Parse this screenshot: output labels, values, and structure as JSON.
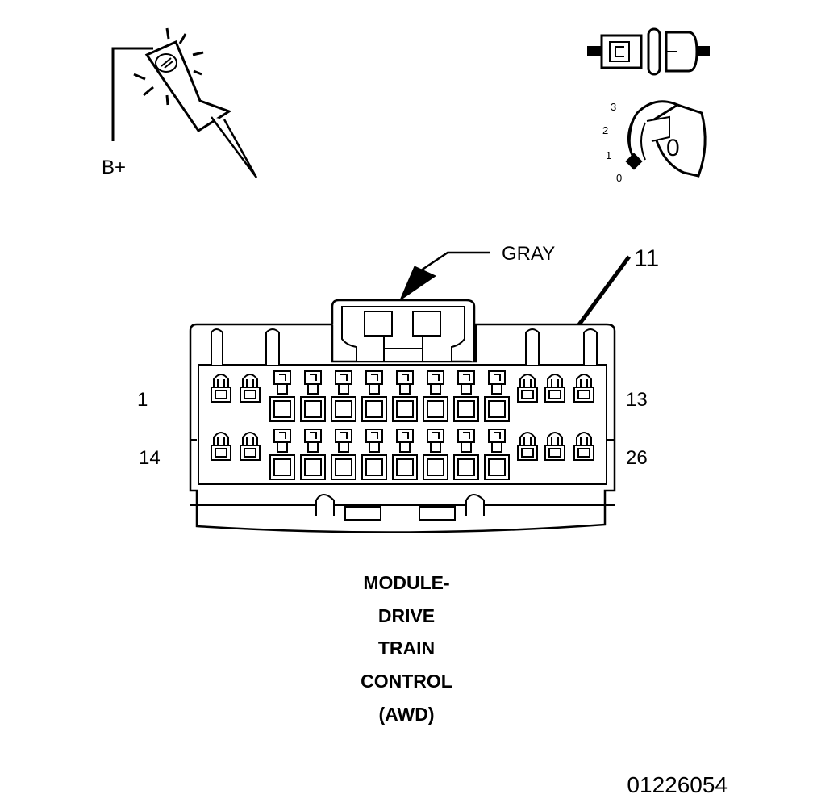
{
  "probe": {
    "label": "B+"
  },
  "ignition": {
    "positions": [
      "3",
      "2",
      "1",
      "0"
    ],
    "key_label": "0"
  },
  "connector": {
    "color_label": "GRAY",
    "callout_pin": "11",
    "pin_labels": {
      "top_left": "1",
      "top_right": "13",
      "bottom_left": "14",
      "bottom_right": "26"
    }
  },
  "title_lines": [
    "MODULE-",
    "DRIVE",
    "TRAIN",
    "CONTROL",
    "(AWD)"
  ],
  "figure_id": "01226054"
}
